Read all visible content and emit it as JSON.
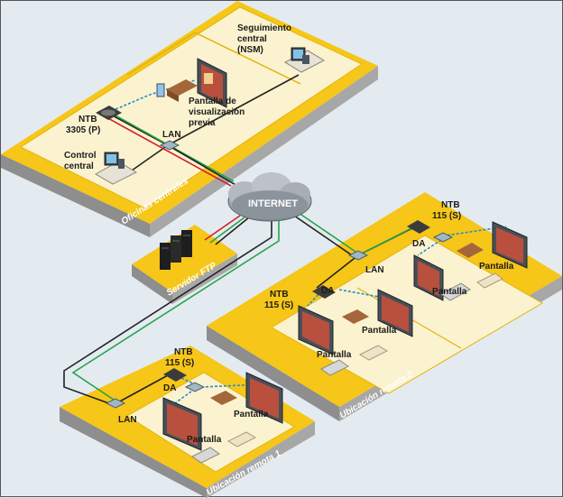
{
  "colors": {
    "background": "#e3ebf1",
    "platform_yellow": "#f6c618",
    "platform_dark": "#8e8e8e",
    "floor": "#fbf3cf",
    "link_red": "#d2232a",
    "link_green": "#2aa34a",
    "link_blue": "#1f8fd1",
    "link_black": "#222222"
  },
  "central": {
    "platform_label": "Oficinas centrales",
    "nsm_label": [
      "Seguimiento",
      "central",
      "(NSM)"
    ],
    "ntb_label": [
      "NTB",
      "3305 (P)"
    ],
    "preview_label": [
      "Pantalla de",
      "visualización",
      "previa"
    ],
    "lan_label": "LAN",
    "control_label": [
      "Control",
      "central"
    ]
  },
  "internet": {
    "label": "INTERNET"
  },
  "ftp": {
    "label": "Servidor FTP"
  },
  "remote2": {
    "platform_label": "Ubicación remota 2",
    "ntb_top_label": [
      "NTB",
      "115 (S)"
    ],
    "da_top_label": "DA",
    "lan_label": "LAN",
    "pantalla_right_label": "Pantalla",
    "pantalla_mid_label": "Pantalla",
    "ntb_left_label": [
      "NTB",
      "115 (S)"
    ],
    "da_left_label": "DA",
    "pantalla_left_label": "Pantalla",
    "pantalla_bottom_label": "Pantalla"
  },
  "remote1": {
    "platform_label": "Ubicación remota 1",
    "ntb_label": [
      "NTB",
      "115 (S)"
    ],
    "da_label": "DA",
    "lan_label": "LAN",
    "pantalla_right_label": "Pantalla",
    "pantalla_left_label": "Pantalla"
  }
}
